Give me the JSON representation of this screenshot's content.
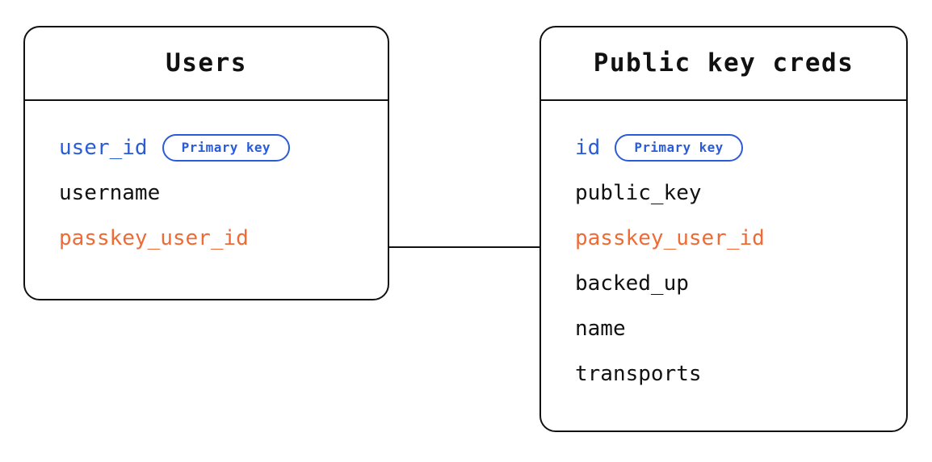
{
  "diagram": {
    "type": "entity-relationship-diagram",
    "background_color": "#ffffff",
    "colors": {
      "primary_key": "#2B5CD8",
      "foreign_key": "#EE6B35",
      "text": "#111111",
      "border": "#111111"
    },
    "badge_label": "Primary key",
    "entities": [
      {
        "id": "users",
        "title": "Users",
        "fields": [
          {
            "name": "user_id",
            "role": "pk",
            "badge": "Primary key"
          },
          {
            "name": "username",
            "role": "plain",
            "badge": null
          },
          {
            "name": "passkey_user_id",
            "role": "fk",
            "badge": null
          }
        ]
      },
      {
        "id": "public-key-creds",
        "title": "Public key creds",
        "fields": [
          {
            "name": "id",
            "role": "pk",
            "badge": "Primary key"
          },
          {
            "name": "public_key",
            "role": "plain",
            "badge": null
          },
          {
            "name": "passkey_user_id",
            "role": "fk",
            "badge": null
          },
          {
            "name": "backed_up",
            "role": "plain",
            "badge": null
          },
          {
            "name": "name",
            "role": "plain",
            "badge": null
          },
          {
            "name": "transports",
            "role": "plain",
            "badge": null
          }
        ]
      }
    ],
    "relationships": [
      {
        "from_entity": "users",
        "from_field": "passkey_user_id",
        "to_entity": "public-key-creds",
        "to_field": "passkey_user_id",
        "style": "solid-line"
      }
    ]
  }
}
